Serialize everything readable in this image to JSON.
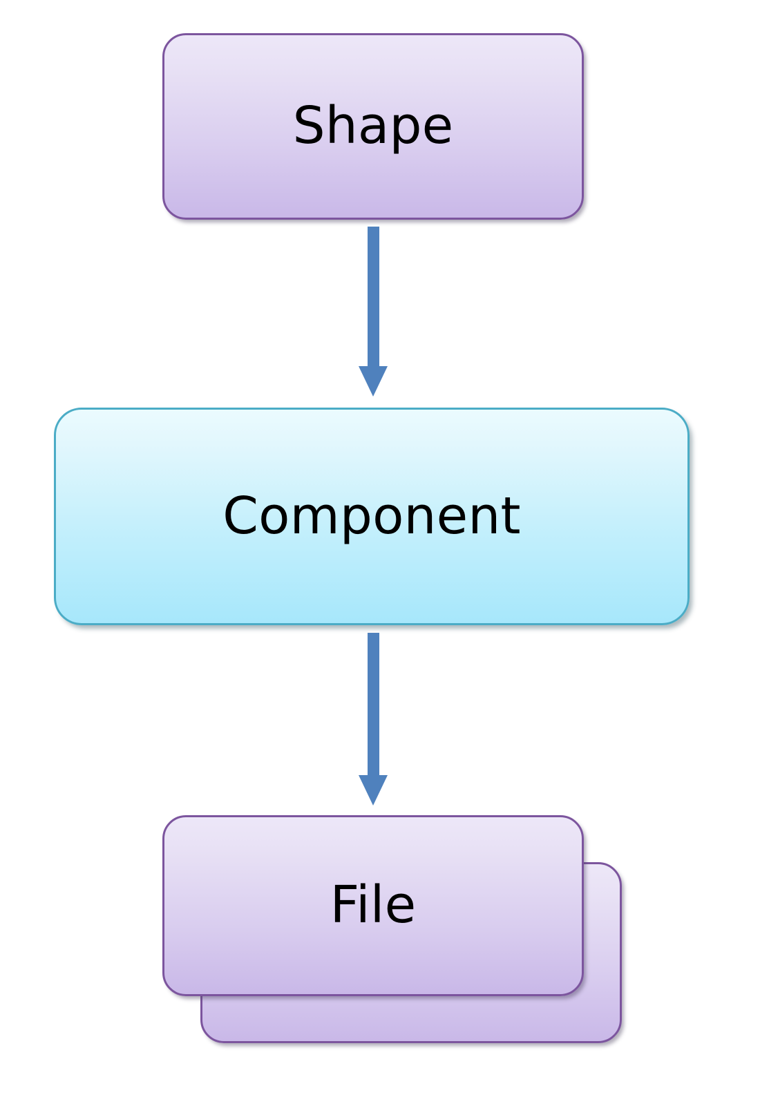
{
  "diagram": {
    "type": "flowchart",
    "orientation": "vertical-top-down",
    "background_color": "#FFFFFF",
    "nodes": [
      {
        "id": "shape",
        "label": "Shape",
        "shape": "rounded-rectangle",
        "fill_top": "#EDE7F8",
        "fill_bottom": "#C9B8E8",
        "border_color": "#7C559E"
      },
      {
        "id": "component",
        "label": "Component",
        "shape": "rounded-rectangle",
        "fill_top": "#EBFBFE",
        "fill_bottom": "#A7E7FB",
        "border_color": "#4BACC6"
      },
      {
        "id": "file",
        "label": "File",
        "shape": "rounded-rectangle-stacked",
        "fill_top": "#EDE7F8",
        "fill_bottom": "#C9B8E8",
        "border_color": "#7C559E"
      }
    ],
    "connectors": [
      {
        "id": "shape-to-component",
        "from": "shape",
        "to": "component",
        "style": "down-arrow",
        "color": "#4F81BD"
      },
      {
        "id": "component-to-file",
        "from": "component",
        "to": "file",
        "style": "down-arrow",
        "color": "#4F81BD"
      }
    ]
  }
}
